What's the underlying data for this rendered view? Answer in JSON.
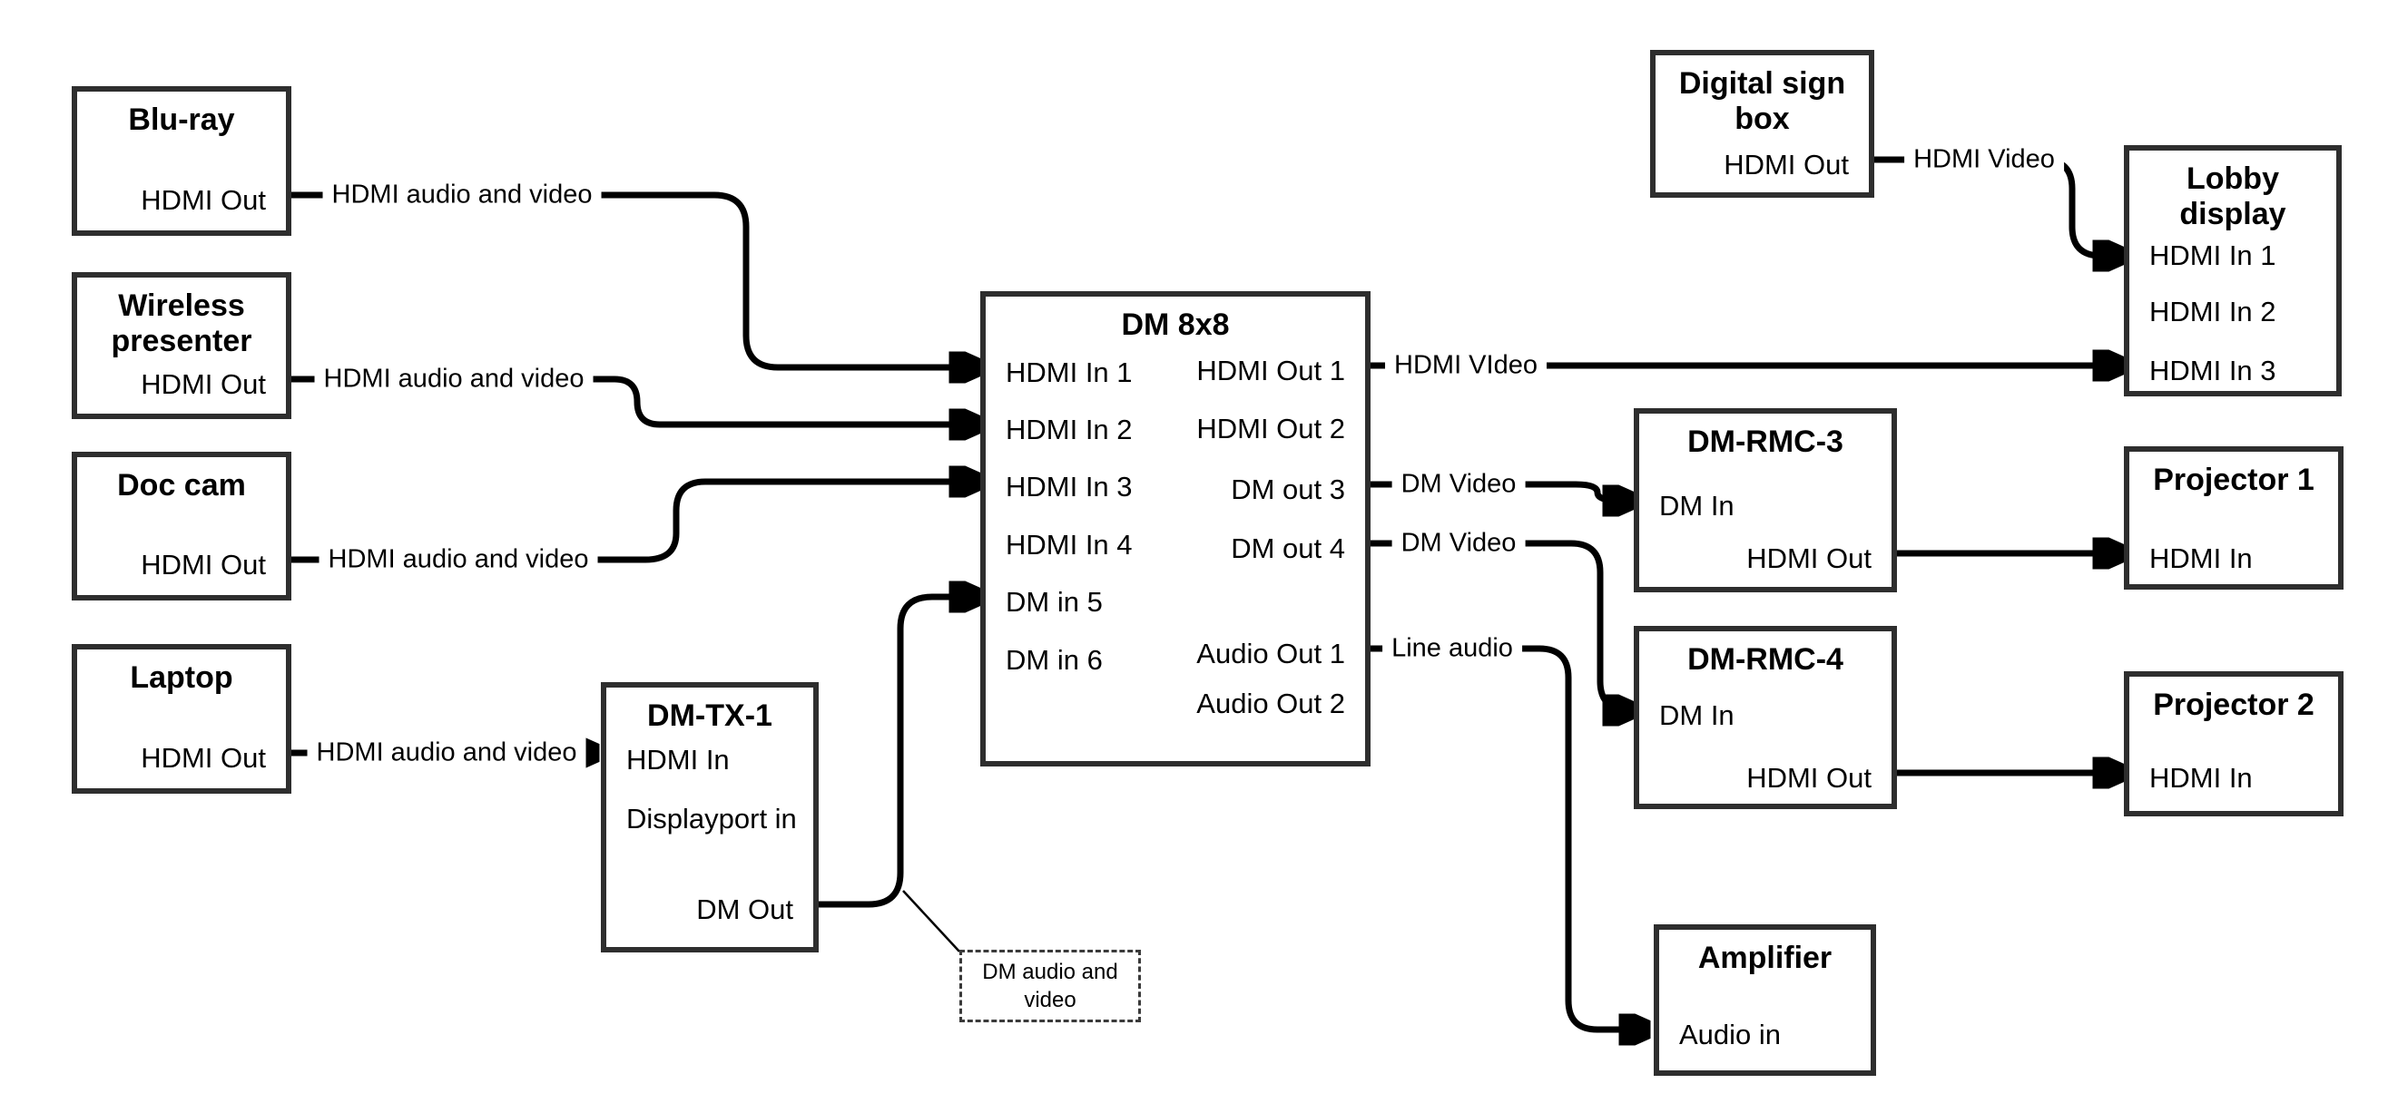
{
  "diagram": {
    "colors": {
      "line": "#000000",
      "box_border": "#2e2e2e",
      "background": "#ffffff",
      "text": "#000000"
    },
    "nodes": {
      "blu_ray": {
        "title": "Blu-ray",
        "ports": {
          "hdmi_out": "HDMI Out"
        }
      },
      "wireless_presenter": {
        "title": "Wireless\npresenter",
        "ports": {
          "hdmi_out": "HDMI Out"
        }
      },
      "doc_cam": {
        "title": "Doc cam",
        "ports": {
          "hdmi_out": "HDMI Out"
        }
      },
      "laptop": {
        "title": "Laptop",
        "ports": {
          "hdmi_out": "HDMI Out"
        }
      },
      "dm_tx_1": {
        "title": "DM-TX-1",
        "ports": {
          "hdmi_in": "HDMI In",
          "displayport_in": "Displayport in",
          "dm_out": "DM Out"
        }
      },
      "dm_8x8": {
        "title": "DM 8x8",
        "ports": {
          "hdmi_in_1": "HDMI In 1",
          "hdmi_in_2": "HDMI In 2",
          "hdmi_in_3": "HDMI In 3",
          "hdmi_in_4": "HDMI In 4",
          "dm_in_5": "DM in 5",
          "dm_in_6": "DM in 6",
          "hdmi_out_1": "HDMI Out 1",
          "hdmi_out_2": "HDMI Out 2",
          "dm_out_3": "DM out 3",
          "dm_out_4": "DM out 4",
          "audio_out_1": "Audio Out 1",
          "audio_out_2": "Audio Out 2"
        }
      },
      "digital_sign_box": {
        "title": "Digital sign\nbox",
        "ports": {
          "hdmi_out": "HDMI Out"
        }
      },
      "lobby_display": {
        "title": "Lobby\ndisplay",
        "ports": {
          "hdmi_in_1": "HDMI In 1",
          "hdmi_in_2": "HDMI In 2",
          "hdmi_in_3": "HDMI In 3"
        }
      },
      "dm_rmc_3": {
        "title": "DM-RMC-3",
        "ports": {
          "dm_in": "DM In",
          "hdmi_out": "HDMI Out"
        }
      },
      "projector_1": {
        "title": "Projector 1",
        "ports": {
          "hdmi_in": "HDMI In"
        }
      },
      "dm_rmc_4": {
        "title": "DM-RMC-4",
        "ports": {
          "dm_in": "DM In",
          "hdmi_out": "HDMI Out"
        }
      },
      "projector_2": {
        "title": "Projector 2",
        "ports": {
          "hdmi_in": "HDMI In"
        }
      },
      "amplifier": {
        "title": "Amplifier",
        "ports": {
          "audio_in": "Audio in"
        }
      }
    },
    "edges": [
      {
        "from": "blu_ray.hdmi_out",
        "to": "dm_8x8.hdmi_in_1",
        "label": "HDMI audio and video"
      },
      {
        "from": "wireless_presenter.hdmi_out",
        "to": "dm_8x8.hdmi_in_2",
        "label": "HDMI audio and video"
      },
      {
        "from": "doc_cam.hdmi_out",
        "to": "dm_8x8.hdmi_in_3",
        "label": "HDMI audio and video"
      },
      {
        "from": "laptop.hdmi_out",
        "to": "dm_tx_1.hdmi_in",
        "label": "HDMI audio and video"
      },
      {
        "from": "dm_tx_1.dm_out",
        "to": "dm_8x8.dm_in_5",
        "label": ""
      },
      {
        "from": "dm_8x8.hdmi_out_1",
        "to": "lobby_display.hdmi_in_3",
        "label": "HDMI VIdeo"
      },
      {
        "from": "dm_8x8.dm_out_3",
        "to": "dm_rmc_3.dm_in",
        "label": "DM Video"
      },
      {
        "from": "dm_8x8.dm_out_4",
        "to": "dm_rmc_4.dm_in",
        "label": "DM Video"
      },
      {
        "from": "dm_8x8.audio_out_1",
        "to": "amplifier.audio_in",
        "label": "Line audio"
      },
      {
        "from": "digital_sign_box.hdmi_out",
        "to": "lobby_display.hdmi_in_1",
        "label": "HDMI Video"
      },
      {
        "from": "dm_rmc_3.hdmi_out",
        "to": "projector_1.hdmi_in",
        "label": ""
      },
      {
        "from": "dm_rmc_4.hdmi_out",
        "to": "projector_2.hdmi_in",
        "label": ""
      }
    ],
    "note": {
      "text": "DM audio and video"
    }
  }
}
